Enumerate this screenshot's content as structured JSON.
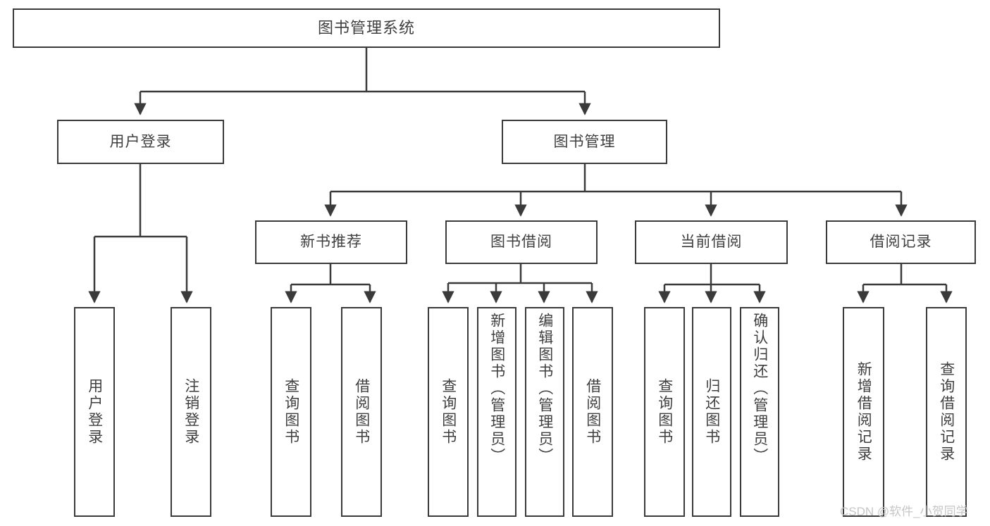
{
  "diagram": {
    "title": "图书管理系统",
    "type": "tree-hierarchy",
    "watermark": "CSDN @软件_小贺同学",
    "colors": {
      "stroke": "#3a3a3a",
      "text": "#3f3f3f",
      "background": "#ffffff",
      "watermark": "#c6c6c6"
    },
    "root": {
      "label": "图书管理系统"
    },
    "level2": [
      {
        "label": "用户登录"
      },
      {
        "label": "图书管理"
      }
    ],
    "level3": [
      {
        "label": "新书推荐"
      },
      {
        "label": "图书借阅"
      },
      {
        "label": "当前借阅"
      },
      {
        "label": "借阅记录"
      }
    ],
    "leaves": {
      "user_login": [
        {
          "label": "用户登录"
        },
        {
          "label": "注销登录"
        }
      ],
      "new_book_recommend": [
        {
          "label": "查询图书"
        },
        {
          "label": "借阅图书"
        }
      ],
      "book_borrow": [
        {
          "label": "查询图书"
        },
        {
          "label": "新增图书（管理员）"
        },
        {
          "label": "编辑图书（管理员）"
        },
        {
          "label": "借阅图书"
        }
      ],
      "current_borrow": [
        {
          "label": "查询图书"
        },
        {
          "label": "归还图书"
        },
        {
          "label": "确认归还（管理员）"
        }
      ],
      "borrow_record": [
        {
          "label": "新增借阅记录"
        },
        {
          "label": "查询借阅记录"
        }
      ]
    }
  }
}
